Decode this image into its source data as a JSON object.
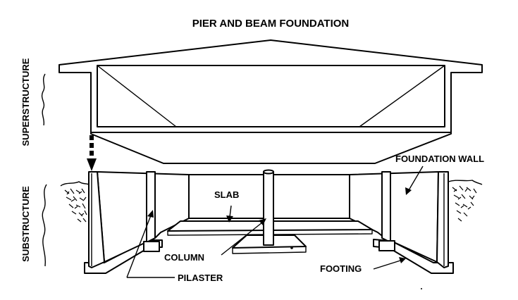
{
  "title": "PIER AND BEAM FOUNDATION",
  "side_labels": {
    "superstructure": "SUPERSTRUCTURE",
    "substructure": "SUBSTRUCTURE"
  },
  "callouts": {
    "slab": "SLAB",
    "foundation_wall": "FOUNDATION WALL",
    "column": "COLUMN",
    "pilaster": "PILASTER",
    "footing": "FOOTING"
  }
}
